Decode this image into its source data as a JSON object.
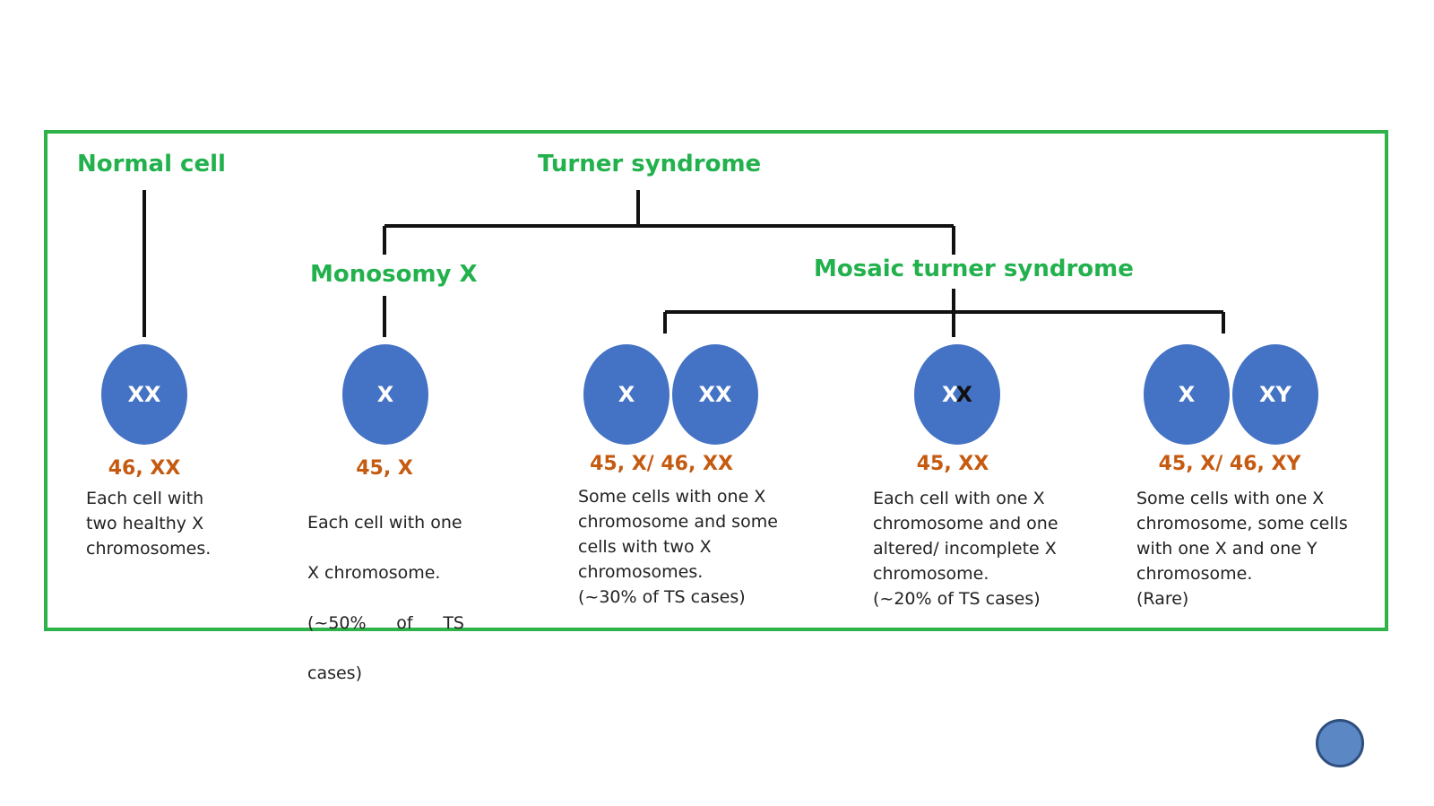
{
  "headings": {
    "normal_cell": "Normal cell",
    "turner_syndrome": "Turner syndrome",
    "monosomy_x": "Monosomy X",
    "mosaic_turner": "Mosaic turner syndrome"
  },
  "groups": [
    {
      "id": "normal",
      "cells": [
        "XX"
      ],
      "karyotype": "46, XX",
      "description": "Each cell with\ntwo healthy X\nchromosomes."
    },
    {
      "id": "monosomy",
      "cells": [
        "X"
      ],
      "karyotype": "45, X",
      "description_lines": [
        "Each cell with one",
        "X chromosome.",
        "(~50% of TS",
        "cases)"
      ]
    },
    {
      "id": "mosaic-xx",
      "cells": [
        "X",
        "XX"
      ],
      "karyotype": "45, X/ 46, XX",
      "description": "Some cells with one X\nchromosome and some\ncells with two X\nchromosomes.\n(~30% of TS cases)"
    },
    {
      "id": "altered-x",
      "cells": [
        "XX"
      ],
      "karyotype": "45, XX",
      "description": "Each cell with one X\nchromosome and one\naltered/ incomplete X\nchromosome.\n(~20% of TS cases)"
    },
    {
      "id": "mosaic-xy",
      "cells": [
        "X",
        "XY"
      ],
      "karyotype": "45, X/ 46, XY",
      "description": "Some cells with one X\nchromosome, some cells\nwith one X and one Y\nchromosome.\n(Rare)"
    }
  ],
  "colors": {
    "frame": "#2eb34a",
    "heading": "#22b14c",
    "cell": "#4472c4",
    "karyotype": "#c55a11",
    "line": "#111111"
  }
}
